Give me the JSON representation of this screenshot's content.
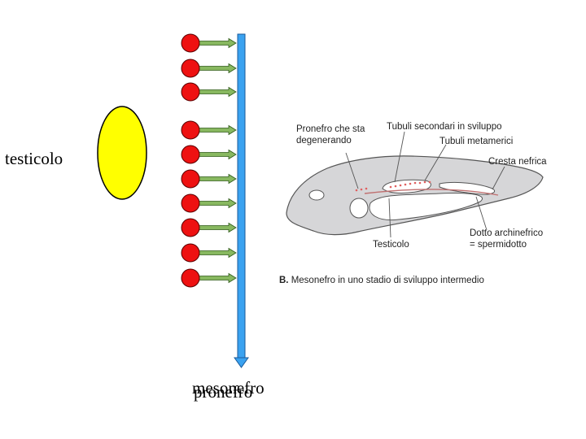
{
  "labels": {
    "testicolo": "testicolo",
    "mesonefro": "mesonefro",
    "pronefro": "pronefro"
  },
  "figure": {
    "annotations": {
      "pronefro_line1": "Pronefro che sta",
      "pronefro_line2": "degenerando",
      "tubuli_secondari": "Tubuli secondari in sviluppo",
      "tubuli_metamerici": "Tubuli metamerici",
      "cresta_nefrica": "Cresta nefrica",
      "testicolo": "Testicolo",
      "dotto_line1": "Dotto archinefrico",
      "dotto_line2": "= spermidotto"
    },
    "caption_letter": "B.",
    "caption_text": " Mesonefro in uno stadio di sviluppo intermedio"
  },
  "colors": {
    "tubule_ball": "#ee1111",
    "tubule_arrow": "#88b860",
    "duct": "#3aa2f0",
    "gonad": "#ffff00",
    "body_fill": "#d6d6d8"
  }
}
